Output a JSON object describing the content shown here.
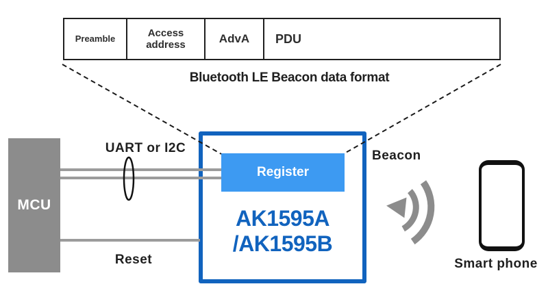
{
  "packet_table": {
    "fields": [
      {
        "label": "Preamble"
      },
      {
        "label": "Access address"
      },
      {
        "label": "AdvA"
      },
      {
        "label": "PDU"
      }
    ],
    "caption": "Bluetooth LE Beacon data format"
  },
  "mcu": {
    "label": "MCU"
  },
  "buses": {
    "uart_label": "UART or I2C",
    "reset_label": "Reset"
  },
  "chip": {
    "register_label": "Register",
    "part_number_line1": "AK1595A",
    "part_number_line2": "/AK1595B"
  },
  "radio": {
    "beacon_label": "Beacon"
  },
  "phone": {
    "label": "Smart phone"
  },
  "icons": {
    "signal": "signal-waves-icon",
    "smartphone": "smartphone-outline-icon",
    "bus_bundle": "bus-bundle-ellipse-icon"
  },
  "colors": {
    "chip_border_blue": "#1163BE",
    "register_blue": "#3D9AF2",
    "part_number_blue": "#1163BE",
    "mcu_gray": "#8C8C8C",
    "wire_gray": "#9C9C9C",
    "signal_gray": "#8C8C8C",
    "text_dark": "#1F1F1F"
  }
}
